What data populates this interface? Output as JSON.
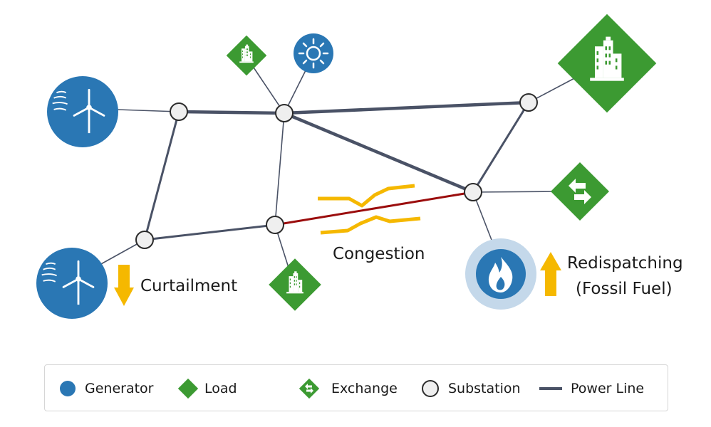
{
  "labels": {
    "congestion": "Congestion",
    "curtailment": "Curtailment",
    "redispatching_line1": "Redispatching",
    "redispatching_line2": "(Fossil Fuel)"
  },
  "legend": {
    "generator": "Generator",
    "load": "Load",
    "exchange": "Exchange",
    "substation": "Substation",
    "power_line": "Power Line"
  },
  "colors": {
    "generator": "#2a77b4",
    "load": "#3c9a32",
    "line": "#4a5266",
    "congested_line": "#9b0d0d",
    "arrow": "#f5b800",
    "substation_fill": "#efefef",
    "fossil_halo": "#c4d8ea"
  },
  "icons": {
    "wind": "wind-turbine-icon",
    "solar": "sun-icon",
    "fossil": "flame-icon",
    "load": "building-icon",
    "exchange": "exchange-arrows-icon"
  }
}
